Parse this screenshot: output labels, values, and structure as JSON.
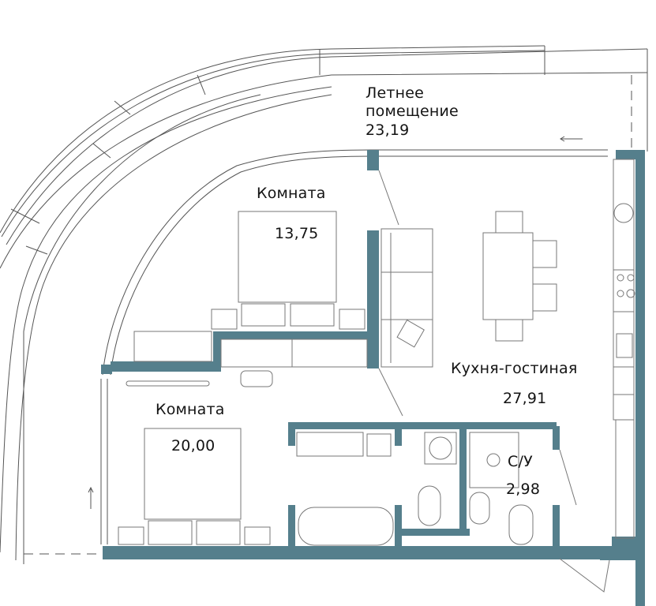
{
  "plan": {
    "wall_color": "#557f8c",
    "line_color": "#555555",
    "rooms": [
      {
        "id": "summer",
        "name": "Летнее\nпомещение",
        "name_line1": "Летнее",
        "name_line2": "помещение",
        "area": "23,19"
      },
      {
        "id": "bedroom1",
        "name": "Комната",
        "area": "13,75"
      },
      {
        "id": "bedroom2",
        "name": "Комната",
        "area": "20,00"
      },
      {
        "id": "kitchen",
        "name": "Кухня-гостиная",
        "area": "27,91"
      },
      {
        "id": "bathroom",
        "name": "С/У",
        "area": "2,98"
      }
    ]
  }
}
